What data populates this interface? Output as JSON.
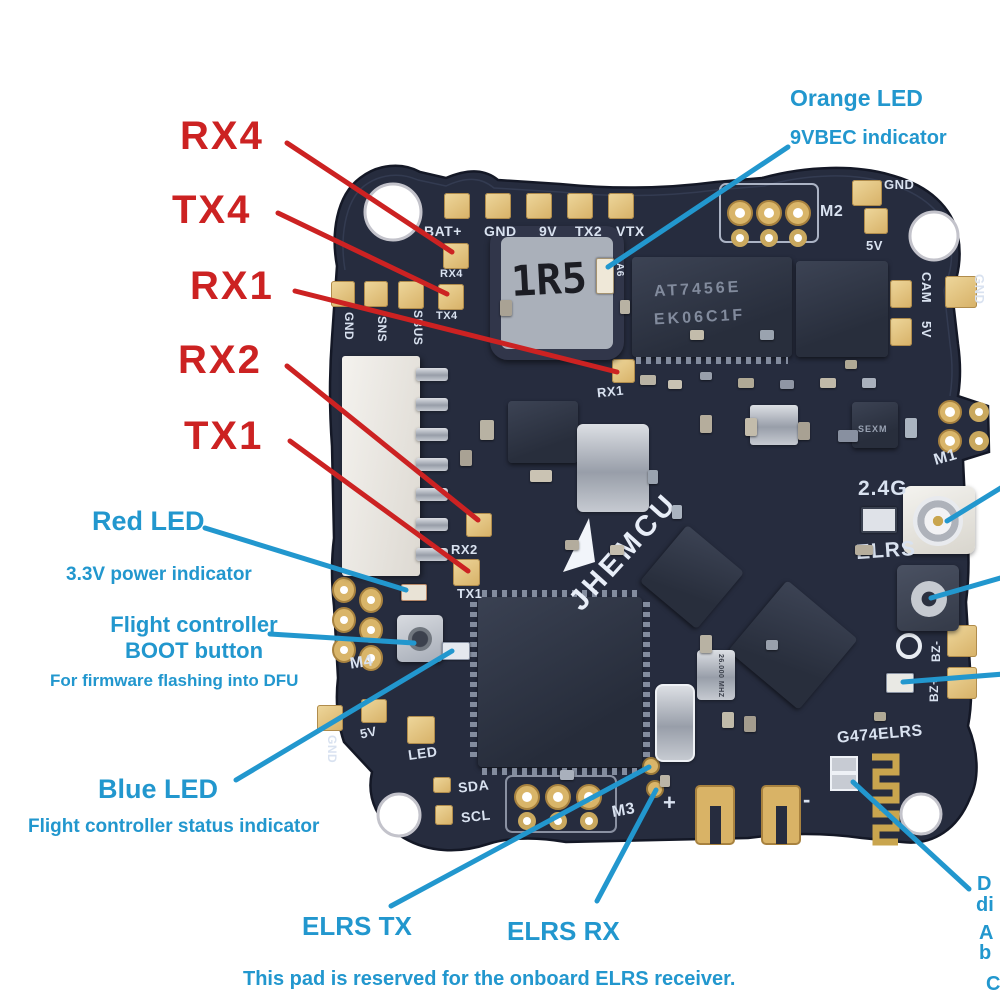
{
  "colors": {
    "annotation_blue": "#2297ce",
    "annotation_red": "#cc2222",
    "board_substrate": "#262c3e",
    "silkscreen": "#d9e2f0",
    "pad_gold": "#d7b167"
  },
  "red_labels": {
    "rx4": "RX4",
    "tx4": "TX4",
    "rx1": "RX1",
    "rx2": "RX2",
    "tx1": "TX1"
  },
  "callouts": {
    "orange_led_title": "Orange LED",
    "orange_led_sub": "9VBEC indicator",
    "red_led_title": "Red LED",
    "red_led_sub": "3.3V power indicator",
    "boot_title_line1": "Flight controller",
    "boot_title_line2": "BOOT button",
    "boot_sub": "For firmware flashing into DFU",
    "blue_led_title": "Blue LED",
    "blue_led_sub": "Flight controller status indicator",
    "elrs_tx": "ELRS TX",
    "elrs_rx": "ELRS RX",
    "bottom_note": "This pad is reserved for the onboard ELRS receiver.",
    "right_edge_fragment_1": "D",
    "right_edge_fragment_2": "di",
    "right_edge_fragment_3": "A",
    "right_edge_fragment_4": "b",
    "right_edge_fragment_5": "C"
  },
  "board": {
    "top_pads": [
      "BAT+",
      "GND",
      "9V",
      "TX2",
      "VTX"
    ],
    "uart_silk": {
      "rx4": "RX4",
      "tx4": "TX4",
      "rx1": "RX1",
      "rx2": "RX2",
      "tx1": "TX1"
    },
    "left_pads": {
      "gnd": "GND",
      "sns": "SNS",
      "sbus": "SBUS"
    },
    "right_labels": {
      "gnd_corner": "GND",
      "v5_top": "5V",
      "cam": "CAM",
      "gnd": "GND",
      "v5": "5V",
      "bz_minus": "BZ-",
      "bz_plus": "BZ+"
    },
    "bottom_labels": {
      "gnd": "GND",
      "v5": "5V",
      "led": "LED",
      "sda": "SDA",
      "scl": "SCL",
      "plus": "+",
      "minus": "-"
    },
    "motors": {
      "m1": "M1",
      "m2": "M2",
      "m3": "M3",
      "m4": "M4"
    },
    "chips": {
      "inductor": "1R5",
      "osd_line1": "AT7456E",
      "osd_line2": "EK06C1F",
      "brand": "JHEMCU",
      "model": "G474ELRS",
      "rf_band": "2.4G",
      "rf_protocol": "ELRS",
      "crystal": "26.000 MHZ",
      "led_marker": "A6",
      "regulator": "SEXM"
    }
  }
}
